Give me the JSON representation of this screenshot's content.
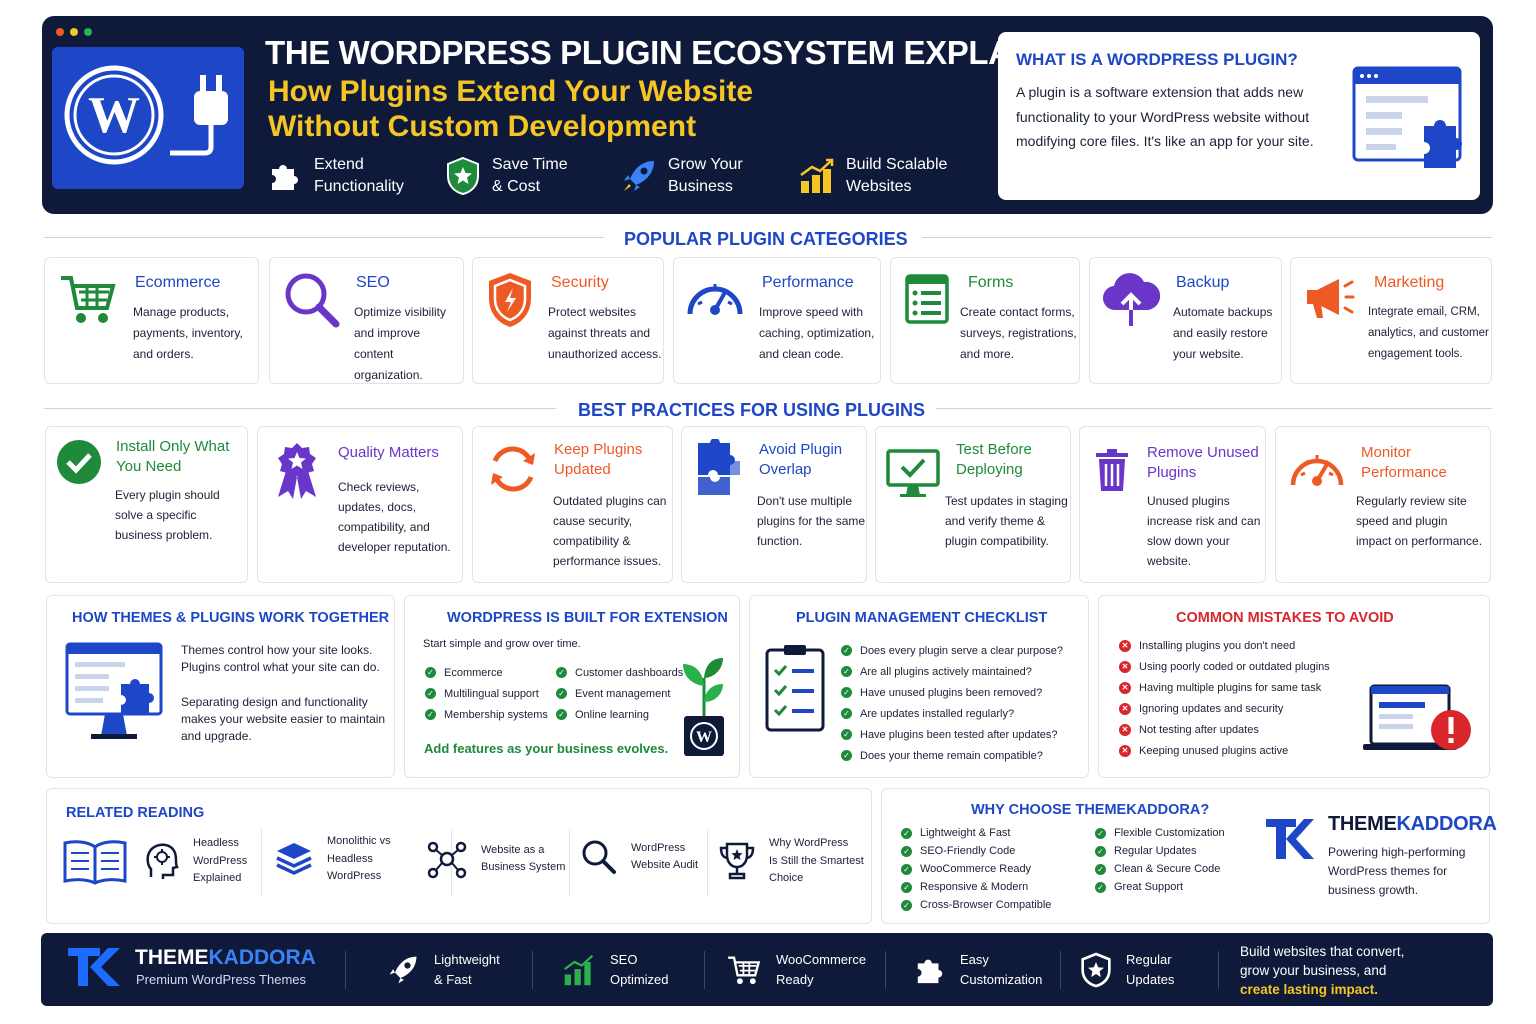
{
  "header": {
    "title": "THE WORDPRESS PLUGIN ECOSYSTEM EXPLAINED:",
    "subtitle_line1": "How Plugins Extend Your Website",
    "subtitle_line2": "Without Custom Development",
    "benefits": [
      {
        "line1": "Extend",
        "line2": "Functionality",
        "icon": "puzzle-icon"
      },
      {
        "line1": "Save Time",
        "line2": "& Cost",
        "icon": "shield-star-icon"
      },
      {
        "line1": "Grow Your",
        "line2": "Business",
        "icon": "rocket-icon"
      },
      {
        "line1": "Build Scalable",
        "line2": "Websites",
        "icon": "growth-chart-icon"
      }
    ],
    "what_is": {
      "title": "WHAT IS A WORDPRESS PLUGIN?",
      "text": "A plugin is a software extension that adds new functionality to your WordPress website without modifying core files. It's like an app for your site."
    }
  },
  "categories": {
    "title": "POPULAR PLUGIN CATEGORIES",
    "items": [
      {
        "title": "Ecommerce",
        "desc": "Manage products, payments, inventory, and orders.",
        "icon": "cart-icon",
        "color": "#1e8a3a"
      },
      {
        "title": "SEO",
        "desc": "Optimize visibility and improve content organization.",
        "icon": "magnifier-icon",
        "color": "#6a35c9"
      },
      {
        "title": "Security",
        "desc": "Protect websites against threats and unauthorized access.",
        "icon": "shield-icon",
        "color": "#ee5a24"
      },
      {
        "title": "Performance",
        "desc": "Improve speed with caching, optimization, and clean code.",
        "icon": "speedometer-icon",
        "color": "#1e47c7"
      },
      {
        "title": "Forms",
        "desc": "Create contact forms, surveys, registrations, and more.",
        "icon": "form-icon",
        "color": "#1e8a3a"
      },
      {
        "title": "Backup",
        "desc": "Automate backups and easily restore your website.",
        "icon": "cloud-upload-icon",
        "color": "#6a35c9"
      },
      {
        "title": "Marketing",
        "desc": "Integrate email, CRM, analytics, and customer engagement tools.",
        "icon": "megaphone-icon",
        "color": "#ee5a24"
      }
    ]
  },
  "best_practices": {
    "title": "BEST PRACTICES FOR USING PLUGINS",
    "items": [
      {
        "title": "Install Only What You Need",
        "desc": "Every plugin should solve a specific business problem.",
        "icon": "check-circle-icon",
        "color": "#1e8a3a"
      },
      {
        "title": "Quality Matters",
        "desc": "Check reviews, updates, docs, compatibility, and developer reputation.",
        "icon": "award-badge-icon",
        "color": "#6a35c9"
      },
      {
        "title": "Keep Plugins Updated",
        "desc": "Outdated plugins can cause security, compatibility & performance issues.",
        "icon": "refresh-icon",
        "color": "#ee5a24"
      },
      {
        "title": "Avoid Plugin Overlap",
        "desc": "Don't use multiple plugins for the same function.",
        "icon": "puzzle-pieces-icon",
        "color": "#1e47c7"
      },
      {
        "title": "Test Before Deploying",
        "desc": "Test updates in staging and verify theme & plugin compatibility.",
        "icon": "monitor-check-icon",
        "color": "#1e8a3a"
      },
      {
        "title": "Remove Unused Plugins",
        "desc": "Unused plugins increase risk and can slow down your website.",
        "icon": "trash-icon",
        "color": "#6a35c9"
      },
      {
        "title": "Monitor Performance",
        "desc": "Regularly review site speed and plugin impact on performance.",
        "icon": "gauge-icon",
        "color": "#ee5a24"
      }
    ]
  },
  "themes_plugins": {
    "title": "HOW THEMES & PLUGINS WORK TOGETHER",
    "text1": "Themes control how your site looks. Plugins control what your site can do.",
    "text2": "Separating design and functionality makes your website easier to maintain and upgrade."
  },
  "extension": {
    "title": "WORDPRESS IS BUILT FOR EXTENSION",
    "intro": "Start simple and grow over time.",
    "col1": [
      "Ecommerce",
      "Multilingual support",
      "Membership systems"
    ],
    "col2": [
      "Customer dashboards",
      "Event management",
      "Online learning"
    ],
    "footer": "Add features as your business evolves."
  },
  "checklist": {
    "title": "PLUGIN MANAGEMENT CHECKLIST",
    "items": [
      "Does every plugin serve a clear purpose?",
      "Are all plugins actively maintained?",
      "Have unused plugins been removed?",
      "Are updates installed regularly?",
      "Have plugins been tested after updates?",
      "Does your theme remain compatible?"
    ]
  },
  "mistakes": {
    "title": "COMMON MISTAKES TO AVOID",
    "items": [
      "Installing plugins you don't need",
      "Using poorly coded or outdated plugins",
      "Having multiple plugins for same task",
      "Ignoring updates and security",
      "Not testing after updates",
      "Keeping unused plugins active"
    ]
  },
  "related": {
    "title": "RELATED READING",
    "items": [
      {
        "line1": "Headless",
        "line2": "WordPress",
        "line3": "Explained",
        "icon": "head-gear-icon"
      },
      {
        "line1": "Monolithic vs",
        "line2": "Headless",
        "line3": "WordPress",
        "icon": "layers-icon"
      },
      {
        "line1": "Website as a",
        "line2": "Business System",
        "line3": "",
        "icon": "network-icon"
      },
      {
        "line1": "WordPress",
        "line2": "Website Audit",
        "line3": "",
        "icon": "search-icon"
      },
      {
        "line1": "Why WordPress",
        "line2": "Is Still the Smartest",
        "line3": "Choice",
        "icon": "trophy-icon"
      }
    ]
  },
  "why": {
    "title": "WHY CHOOSE THEMEKADDORA?",
    "col1": [
      "Lightweight & Fast",
      "SEO-Friendly Code",
      "WooCommerce Ready",
      "Responsive & Modern",
      "Cross-Browser Compatible"
    ],
    "col2": [
      "Flexible Customization",
      "Regular Updates",
      "Clean & Secure Code",
      "Great Support"
    ],
    "brand_a": "THEME",
    "brand_b": "KADDORA",
    "tagline": "Powering high-performing WordPress themes for business growth."
  },
  "footer": {
    "brand_a": "THEME",
    "brand_b": "KADDORA",
    "brand_sub": "Premium WordPress Themes",
    "features": [
      {
        "line1": "Lightweight",
        "line2": "& Fast",
        "icon": "rocket-icon"
      },
      {
        "line1": "SEO",
        "line2": "Optimized",
        "icon": "bar-chart-icon"
      },
      {
        "line1": "WooCommerce",
        "line2": "Ready",
        "icon": "cart-icon"
      },
      {
        "line1": "Easy",
        "line2": "Customization",
        "icon": "puzzle-icon"
      },
      {
        "line1": "Regular",
        "line2": "Updates",
        "icon": "shield-star-icon"
      }
    ],
    "cta_line1": "Build websites that convert,",
    "cta_line2": "grow your business, and",
    "cta_line3": "create lasting impact."
  }
}
